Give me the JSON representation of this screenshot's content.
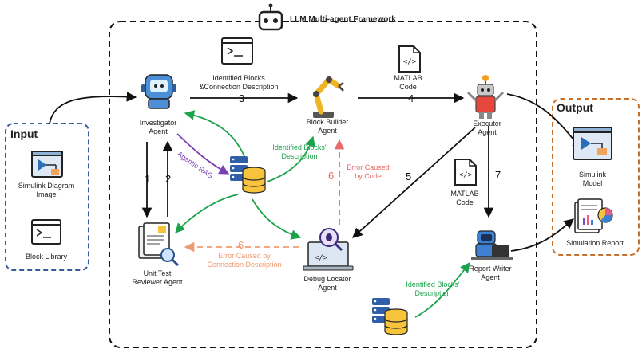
{
  "framework": {
    "title": "LLM Multi-agent Framework"
  },
  "input": {
    "title": "Input",
    "items": [
      "Simulink Diagram Image",
      "Block Library"
    ]
  },
  "output": {
    "title": "Output",
    "items": [
      "Simulink Model",
      "Simulation Report"
    ]
  },
  "agents": {
    "investigator": "Investigator Agent",
    "block_builder": "Block Builder Agent",
    "executer": "Executer Agent",
    "unit_test": "Unit Test Reviewer Agent",
    "debug": "Debug Locator Agent",
    "report_writer": "Report Writer Agent"
  },
  "edges": {
    "e3": {
      "num": "3",
      "label": "Identified Blocks &Connection Description"
    },
    "e4": {
      "num": "4",
      "label": "MATLAB Code"
    },
    "e5": {
      "num": "5"
    },
    "e7": {
      "num": "7",
      "label": "MATLAB Code"
    },
    "e1": {
      "num": "1"
    },
    "e2": {
      "num": "2"
    },
    "e6_code": {
      "num": "6",
      "label": "Error Caused by Code"
    },
    "e6_conn": {
      "num": "6",
      "label": "Error Caused by Connection Description"
    },
    "rag": {
      "label": "Agentic RAG"
    },
    "ident_bb": {
      "label": "Identified Blocks' Description"
    },
    "ident_rw": {
      "label": "Identified Blocks' Description"
    }
  },
  "colors": {
    "black": "#111111",
    "green": "#1aa34a",
    "red": "#e86a6a",
    "orange": "#f09a70",
    "purple": "#7a3fb5",
    "input_border": "#3b5aa0",
    "output_border": "#c8702a"
  },
  "icons": [
    "robot-icon",
    "robot-arm-icon",
    "robot-executer-icon",
    "document-search-icon",
    "laptop-bug-icon",
    "robot-laptop-icon",
    "database-icon",
    "code-file-icon",
    "window-icon",
    "terminal-icon",
    "report-chart-icon"
  ]
}
